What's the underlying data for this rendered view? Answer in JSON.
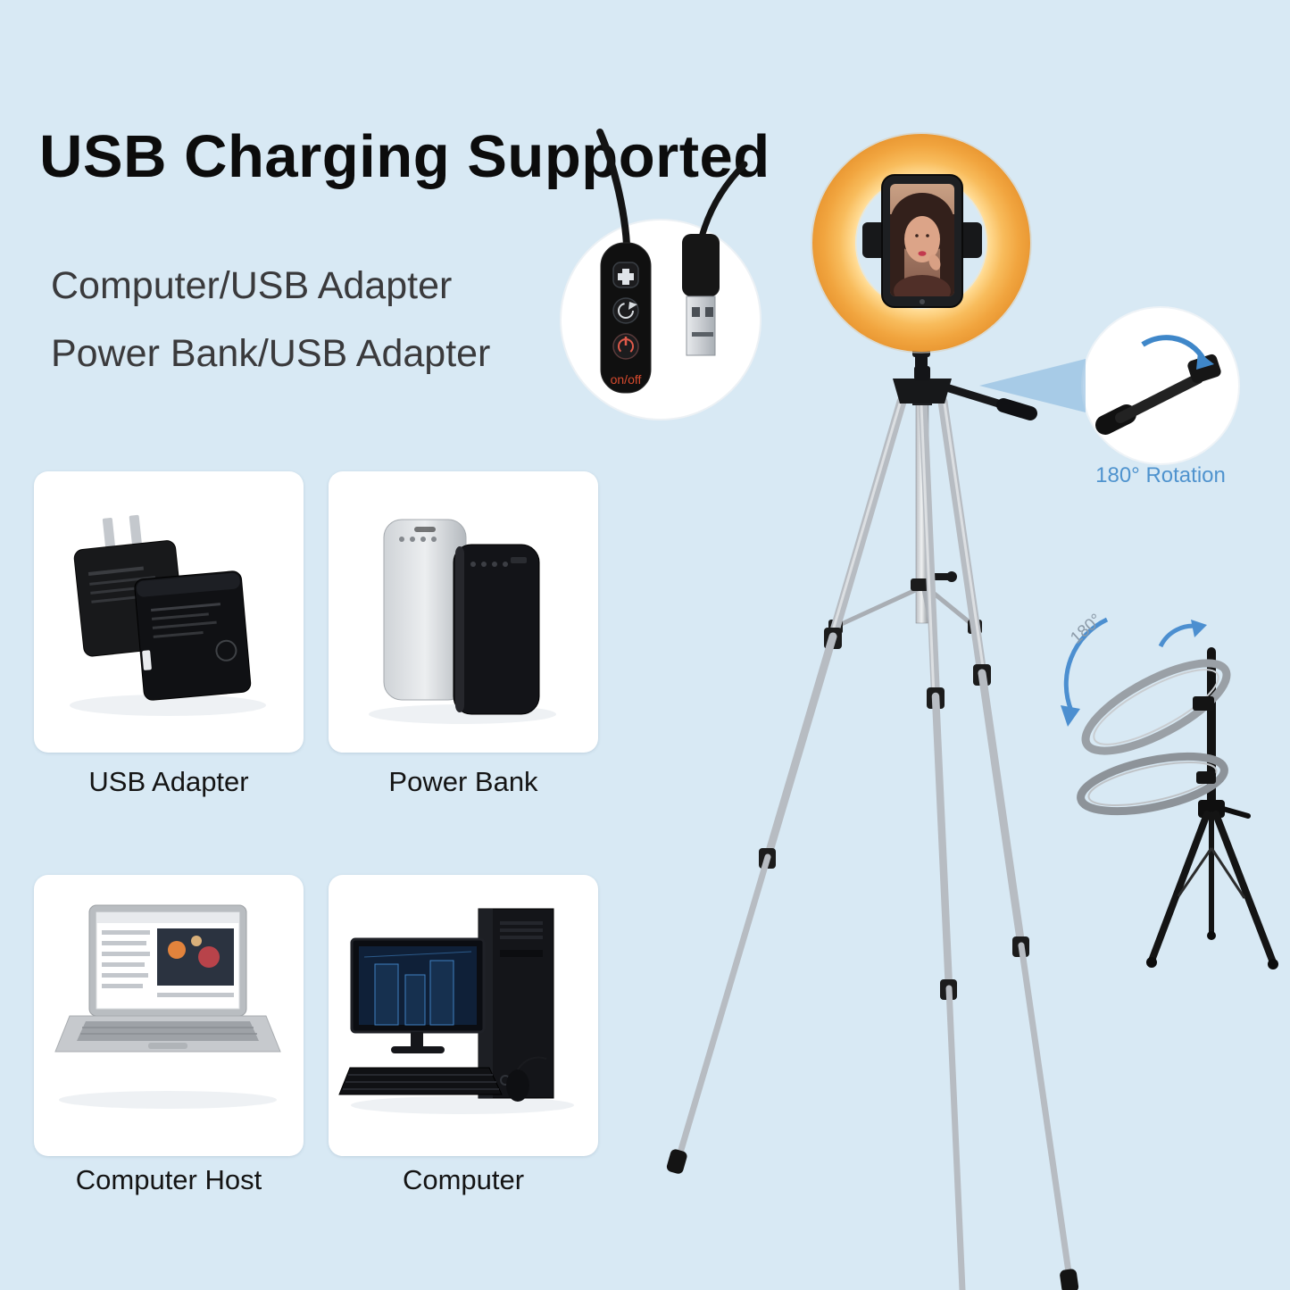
{
  "page": {
    "title": "USB Charging Supported",
    "background_color": "#d8e9f4",
    "accent_blue": "#4f93ce",
    "ring_color": "#f2a843"
  },
  "power_sources": {
    "line1": "Computer/USB Adapter",
    "line2": "Power Bank/USB Adapter"
  },
  "remote": {
    "onoff_label": "on/off"
  },
  "rotation": {
    "label": "180° Rotation",
    "small_label": "180°"
  },
  "product_cards": [
    {
      "id": "usb-adapter",
      "label": "USB Adapter"
    },
    {
      "id": "power-bank",
      "label": "Power Bank"
    },
    {
      "id": "computer-host",
      "label": "Computer Host"
    },
    {
      "id": "computer",
      "label": "Computer"
    }
  ]
}
